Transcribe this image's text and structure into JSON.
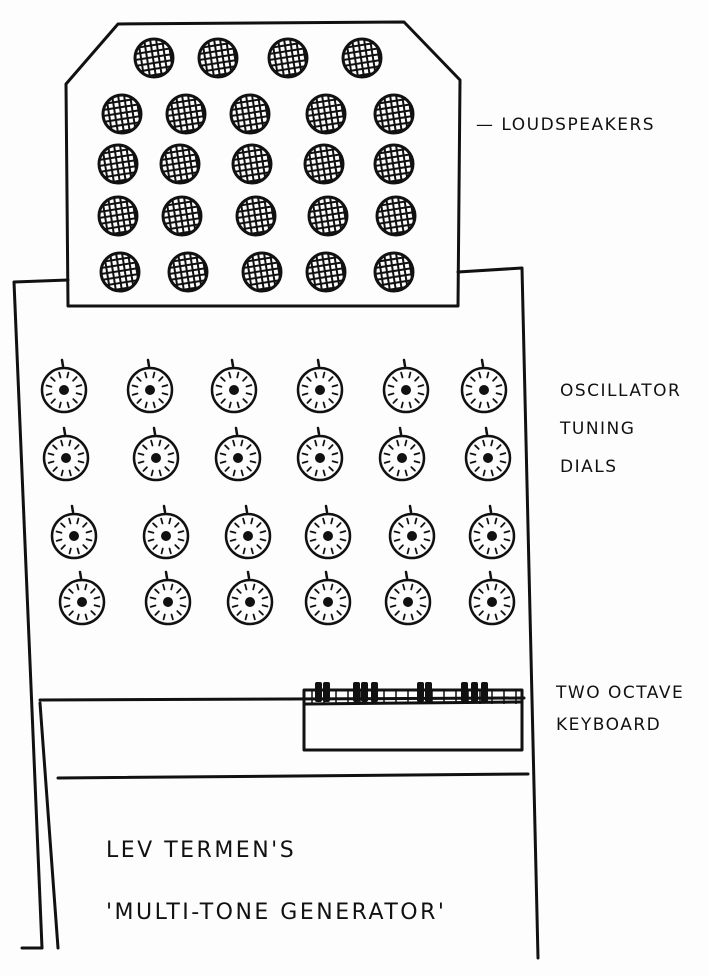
{
  "labels": {
    "loudspeakers": "— LOUDSPEAKERS",
    "dials": [
      "OSCILLATOR",
      "TUNING",
      "DIALS"
    ],
    "keyboard": [
      "TWO OCTAVE",
      "KEYBOARD"
    ]
  },
  "caption": {
    "line1": "LEV TERMEN'S",
    "line2": "'MULTI-TONE GENERATOR'"
  },
  "counts": {
    "speaker_rows": [
      4,
      5,
      5,
      5,
      5
    ],
    "dial_rows": 4,
    "dials_per_row": 6,
    "keyboard_black_keys": 10
  },
  "colors": {
    "ink": "#111111",
    "paper": "#fdfdfd"
  }
}
